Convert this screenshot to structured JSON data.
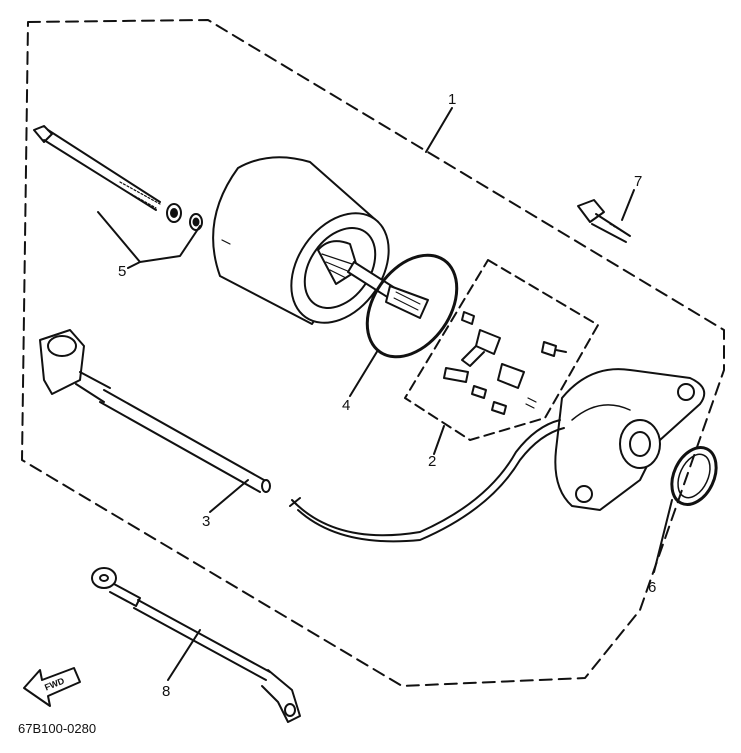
{
  "diagram": {
    "drawing_code": "67B100-0280",
    "direction_arrow": "FWD",
    "part_numbers": [
      "1",
      "2",
      "3",
      "4",
      "5",
      "6",
      "7",
      "8"
    ]
  },
  "colors": {
    "ink": "#111111",
    "paper": "#ffffff"
  }
}
